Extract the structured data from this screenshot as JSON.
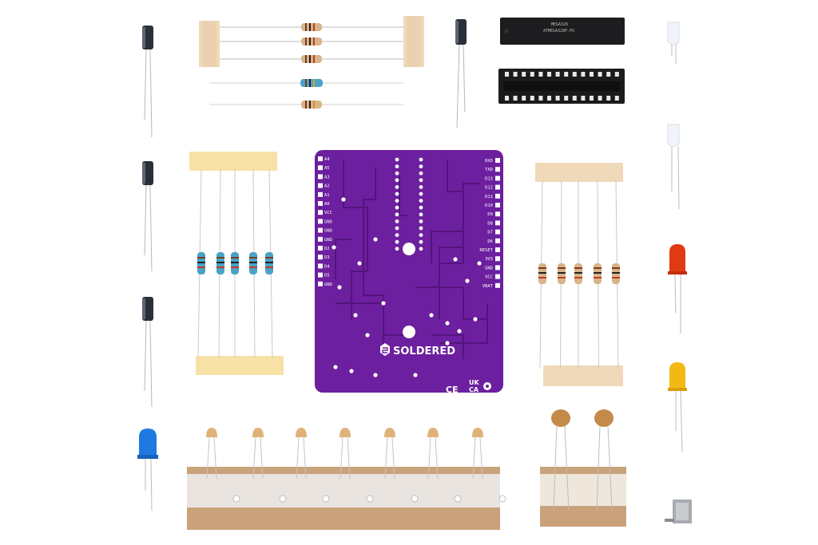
{
  "board": {
    "brand": "SOLDERED",
    "marks": {
      "ce": "CE",
      "ukca_top": "UK",
      "ukca_bottom": "CA"
    },
    "left_pins": [
      "A4",
      "A5",
      "A3",
      "A2",
      "A1",
      "A0",
      "VCC",
      "GND",
      "GND",
      "GND",
      "D2",
      "D3",
      "D4",
      "D5",
      "GND"
    ],
    "right_pins": [
      "RXD",
      "TXD",
      "D13",
      "D12",
      "D11",
      "D10",
      "D9",
      "D8",
      "D7",
      "D6",
      "RESET",
      "3V3",
      "GND",
      "VCC",
      "VBAT"
    ]
  },
  "chip": {
    "lines": [
      "MEGA328",
      "ATMEGA328P-PU",
      "",
      ""
    ]
  },
  "colors": {
    "pcb": "#6c1f9e",
    "pcb_trace": "#54137f",
    "led_blue": "#1e7ae0",
    "led_red": "#e03a12",
    "led_yellow": "#f2b814",
    "tape_paper": "#f0d9b8",
    "tape_brown": "#c9a27c",
    "resistor_blue": "#4aa3c7",
    "resistor_beige": "#d8b48a"
  }
}
